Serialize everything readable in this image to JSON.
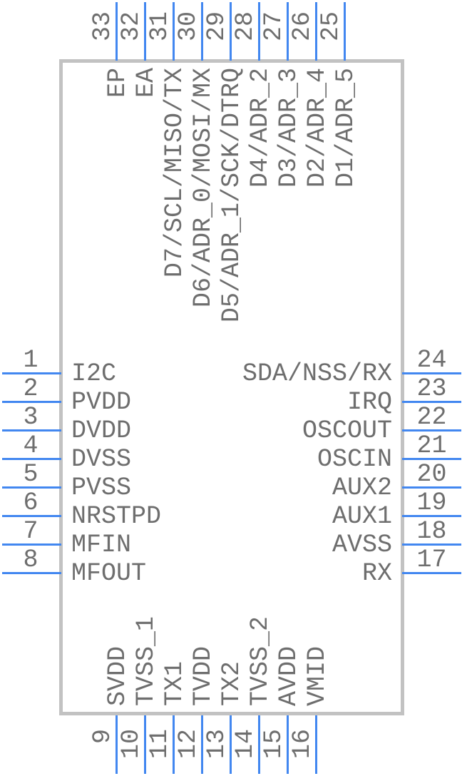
{
  "component": {
    "pins": {
      "left": [
        {
          "num": "1",
          "name": "I2C"
        },
        {
          "num": "2",
          "name": "PVDD"
        },
        {
          "num": "3",
          "name": "DVDD"
        },
        {
          "num": "4",
          "name": "DVSS"
        },
        {
          "num": "5",
          "name": "PVSS"
        },
        {
          "num": "6",
          "name": "NRSTPD"
        },
        {
          "num": "7",
          "name": "MFIN"
        },
        {
          "num": "8",
          "name": "MFOUT"
        }
      ],
      "right": [
        {
          "num": "24",
          "name": "SDA/NSS/RX"
        },
        {
          "num": "23",
          "name": "IRQ"
        },
        {
          "num": "22",
          "name": "OSCOUT"
        },
        {
          "num": "21",
          "name": "OSCIN"
        },
        {
          "num": "20",
          "name": "AUX2"
        },
        {
          "num": "19",
          "name": "AUX1"
        },
        {
          "num": "18",
          "name": "AVSS"
        },
        {
          "num": "17",
          "name": "RX"
        }
      ],
      "top": [
        {
          "num": "33",
          "name": "EP"
        },
        {
          "num": "32",
          "name": "EA"
        },
        {
          "num": "31",
          "name": "D7/SCL/MISO/TX"
        },
        {
          "num": "30",
          "name": "D6/ADR_0/MOSI/MX"
        },
        {
          "num": "29",
          "name": "D5/ADR_1/SCK/DTRQ"
        },
        {
          "num": "28",
          "name": "D4/ADR_2"
        },
        {
          "num": "27",
          "name": "D3/ADR_3"
        },
        {
          "num": "26",
          "name": "D2/ADR_4"
        },
        {
          "num": "25",
          "name": "D1/ADR_5"
        }
      ],
      "bottom": [
        {
          "num": "9",
          "name": "SVDD"
        },
        {
          "num": "10",
          "name": "TVSS_1"
        },
        {
          "num": "11",
          "name": "TX1"
        },
        {
          "num": "12",
          "name": "TVDD"
        },
        {
          "num": "13",
          "name": "TX2"
        },
        {
          "num": "14",
          "name": "TVSS_2"
        },
        {
          "num": "15",
          "name": "AVDD"
        },
        {
          "num": "16",
          "name": "VMID"
        }
      ]
    }
  },
  "colors": {
    "pin_line": "#4287f0",
    "text": "#6e6e6e",
    "body_border": "#c2c2c2",
    "background": "#ffffff"
  }
}
